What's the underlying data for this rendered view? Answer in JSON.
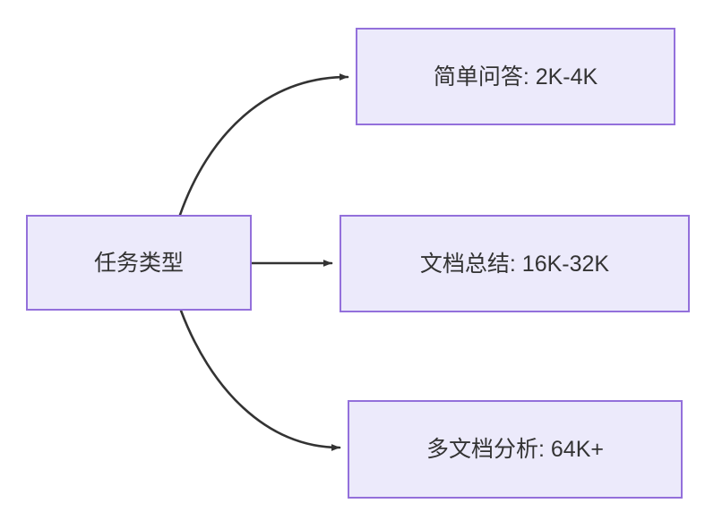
{
  "diagram": {
    "type": "flowchart",
    "direction": "left-to-right",
    "background_color": "#ffffff",
    "node_fill_color": "#ECEAFB",
    "node_border_color": "#9370DB",
    "node_text_color": "#333333",
    "edge_color": "#333333",
    "nodes": [
      {
        "id": "source",
        "label": "任务类型",
        "role": "root"
      },
      {
        "id": "simple-qa",
        "label": "简单问答: 2K-4K",
        "role": "leaf"
      },
      {
        "id": "doc-summary",
        "label": "文档总结: 16K-32K",
        "role": "leaf"
      },
      {
        "id": "multi-doc",
        "label": "多文档分析: 64K+",
        "role": "leaf"
      }
    ],
    "edges": [
      {
        "id": "edge-source-simple-qa",
        "from": "source",
        "to": "simple-qa",
        "label": "",
        "style": "curved",
        "arrowhead": "filled-triangle"
      },
      {
        "id": "edge-source-doc-summary",
        "from": "source",
        "to": "doc-summary",
        "label": "",
        "style": "straight",
        "arrowhead": "filled-triangle"
      },
      {
        "id": "edge-source-multi-doc",
        "from": "source",
        "to": "multi-doc",
        "label": "",
        "style": "curved",
        "arrowhead": "filled-triangle"
      }
    ]
  }
}
